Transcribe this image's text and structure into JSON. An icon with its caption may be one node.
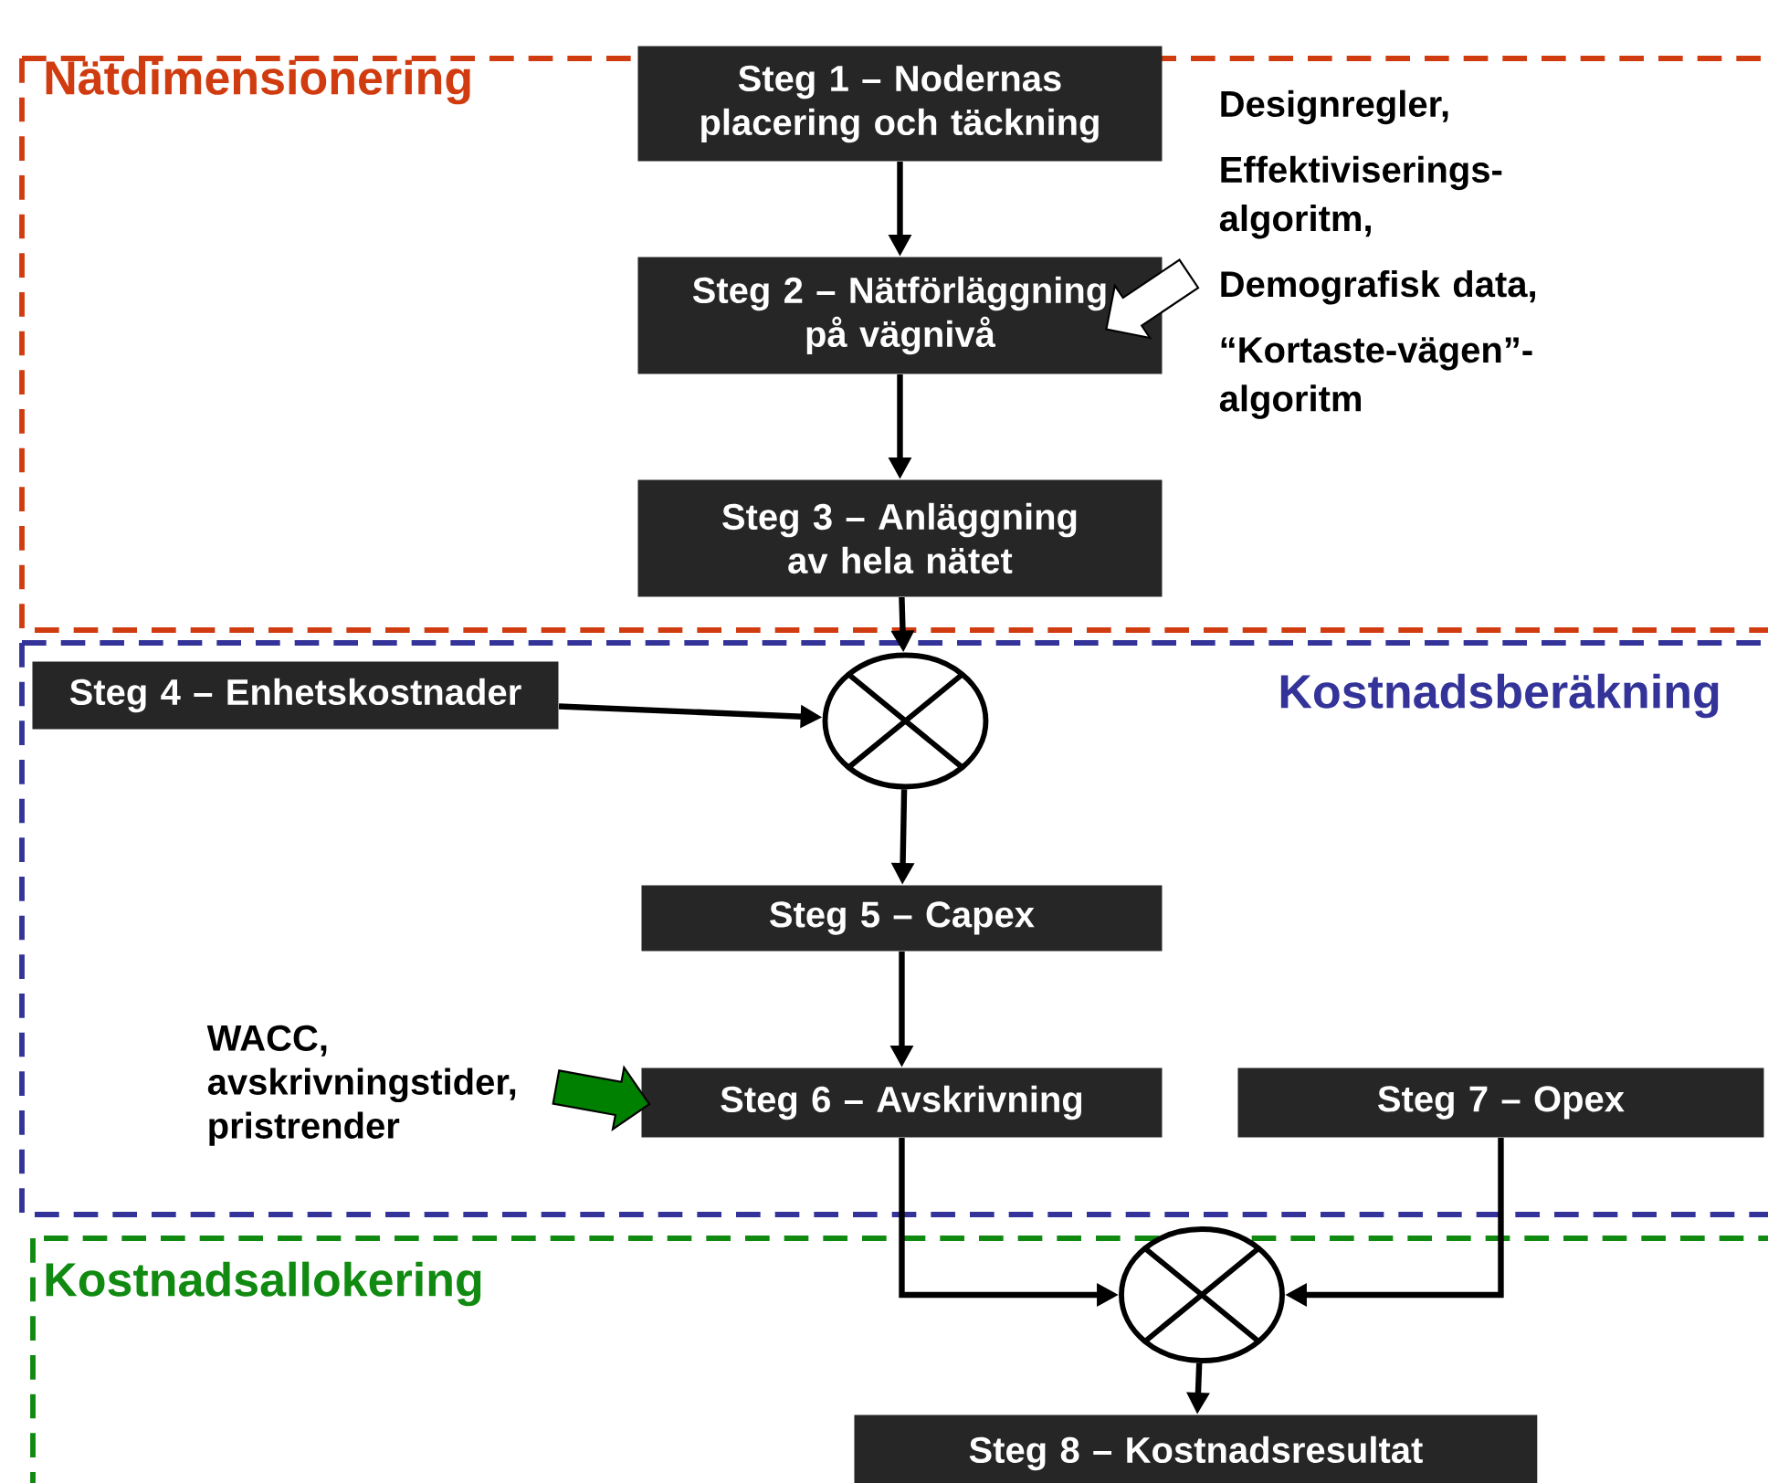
{
  "diagram": {
    "nodes": [
      {
        "text": [
          "Nätdimensionering"
        ]
      },
      {
        "text": [
          "Steg 1 – Nodernas placering och täckning"
        ],
        "in": 0
      },
      {
        "text": [
          "Steg 2 – Nätförläggning på vägnivå"
        ],
        "in": 0
      },
      {
        "text": [
          "Steg 3 – Anläggning av hela nätet"
        ],
        "in": 0
      },
      {
        "text": [
          "Designregler,",
          "Effektiviserings- algoritm,",
          "Demografisk data,",
          "“Kortaste-vägen”- algoritm"
        ],
        "in": 0
      },
      {
        "text": [
          "Kostnadsberäkning"
        ]
      },
      {
        "text": [
          "Steg 4 – Enhetskostnader"
        ],
        "in": 5
      },
      {
        "text": [],
        "shape": "circle",
        "in": 5
      },
      {
        "text": [
          "Steg 5 – Capex"
        ],
        "in": 5
      },
      {
        "text": [
          "WACC, avskrivningstider, pristrender"
        ],
        "in": 5
      },
      {
        "text": [
          "Steg 6 – Avskrivning"
        ],
        "in": 5
      },
      {
        "text": [
          "Steg 7 – Opex"
        ],
        "in": 5
      },
      {
        "text": [
          "Kostnadsallokering"
        ]
      },
      {
        "text": [],
        "shape": "circle"
      },
      {
        "text": [
          "Steg 8 – Kostnadsresultat"
        ],
        "in": 12
      }
    ],
    "edges": [
      {
        "from": 1,
        "to": 2,
        "arrow": "to"
      },
      {
        "from": 2,
        "to": 3,
        "arrow": "to"
      },
      {
        "from": 4,
        "to": 2,
        "arrow": "to",
        "style": "thick",
        "color": "#ffffff"
      },
      {
        "from": 3,
        "to": 7,
        "arrow": "to"
      },
      {
        "from": 6,
        "to": 7,
        "arrow": "to"
      },
      {
        "from": 7,
        "to": 8,
        "arrow": "to"
      },
      {
        "from": 8,
        "to": 10,
        "arrow": "to"
      },
      {
        "from": 9,
        "to": 10,
        "arrow": "to",
        "style": "thick",
        "color": "#008000"
      },
      {
        "from": 10,
        "to": 13,
        "arrow": "to"
      },
      {
        "from": 11,
        "to": 13,
        "arrow": "to"
      },
      {
        "from": 13,
        "to": 14,
        "arrow": "to"
      }
    ]
  }
}
